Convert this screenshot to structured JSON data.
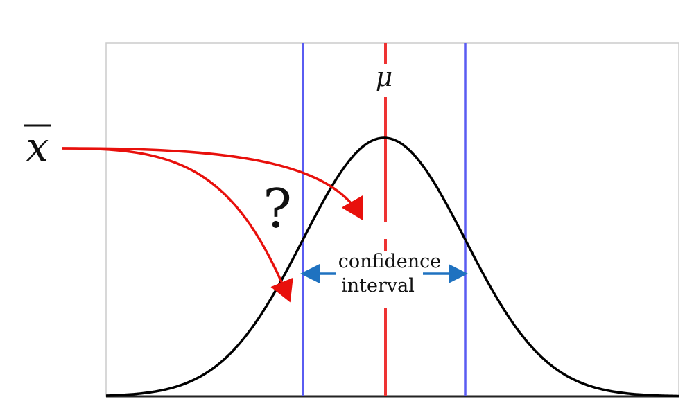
{
  "diagram": {
    "xbar_symbol": "x",
    "mu_symbol": "μ",
    "question_mark": "?",
    "ci_label_line1": "confidence",
    "ci_label_line2": "interval"
  },
  "colors": {
    "curve": "#000000",
    "mean_line": "#ee3333",
    "bound_lines": "#5a5cf2",
    "arrows_red": "#e8100c",
    "ci_arrows": "#1f72c0",
    "frame": "#cccccc"
  }
}
